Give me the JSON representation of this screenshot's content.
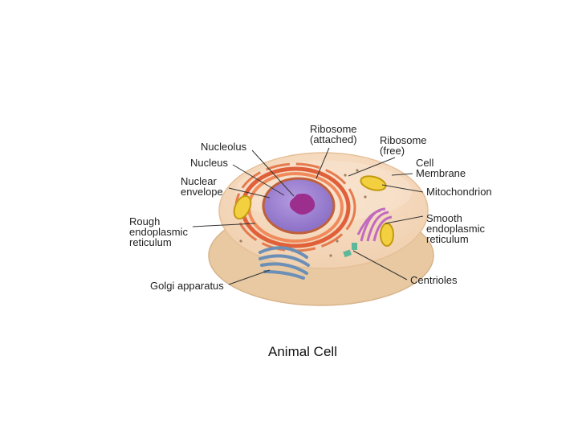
{
  "diagram": {
    "caption": "Animal Cell",
    "labels": {
      "nucleolus": "Nucleolus",
      "nucleus": "Nucleus",
      "nuclear_envelope": "Nuclear\nenvelope",
      "rough_er": "Rough\nendoplasmic\nreticulum",
      "golgi": "Golgi apparatus",
      "ribosome_attached": "Ribosome\n(attached)",
      "ribosome_free": "Ribosome\n(free)",
      "cell_membrane": "Cell\nMembrane",
      "mitochondrion": "Mitochondrion",
      "smooth_er": "Smooth\nendoplasmic\nreticulum",
      "centrioles": "Centrioles"
    }
  }
}
